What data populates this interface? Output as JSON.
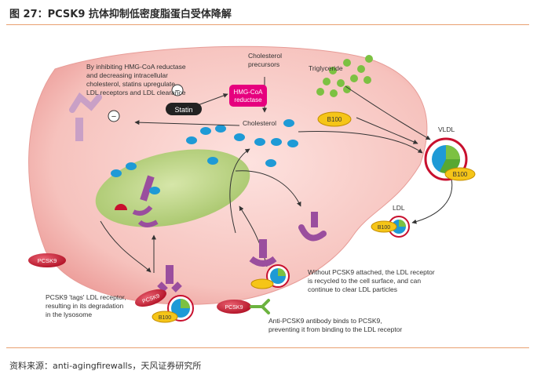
{
  "figure": {
    "title": "图 27：PCSK9 抗体抑制低密度脂蛋白受体降解",
    "source": "资料来源：anti-agingfirewalls，天风证券研究所"
  },
  "diagram": {
    "statin_note": [
      "By inhibiting HMG-CoA reductase",
      "and decreasing intracellular",
      "cholesterol, statins upregulate",
      "LDL receptors and LDL clearance"
    ],
    "statin": "Statin",
    "hmg": [
      "HMG-CoA",
      "reductase"
    ],
    "precursors": [
      "Cholesterol",
      "precursors"
    ],
    "cholesterol": "Cholesterol",
    "triglyceride": "Triglyceride",
    "vldl": "VLDL",
    "ldl": "LDL",
    "b100": "B100",
    "pcsk9": "PCSK9",
    "inhibit_symbol": "−",
    "pcsk9_tag_note": [
      "PCSK9 'tags' LDL receptor,",
      "resulting in its degradation",
      "in the lysosome"
    ],
    "recycle_note": [
      "Without PCSK9 attached, the LDL receptor",
      "is recycled to the cell surface, and can",
      "continue to clear LDL particles"
    ],
    "antibody_note": [
      "Anti-PCSK9 antibody binds to PCSK9,",
      "preventing it from binding to the LDL receptor"
    ]
  },
  "colors": {
    "cell": "#f6c9c5",
    "lysosome": "#bcd48e",
    "receptor": "#9a4e9e",
    "cholesterol_dot": "#1e9ad6",
    "triglyceride_dot": "#7cc142",
    "pcsk9": "#c8102e",
    "b100": "#f5c518",
    "hmg_box": "#e6007e",
    "antibody": "#6cb33f"
  }
}
